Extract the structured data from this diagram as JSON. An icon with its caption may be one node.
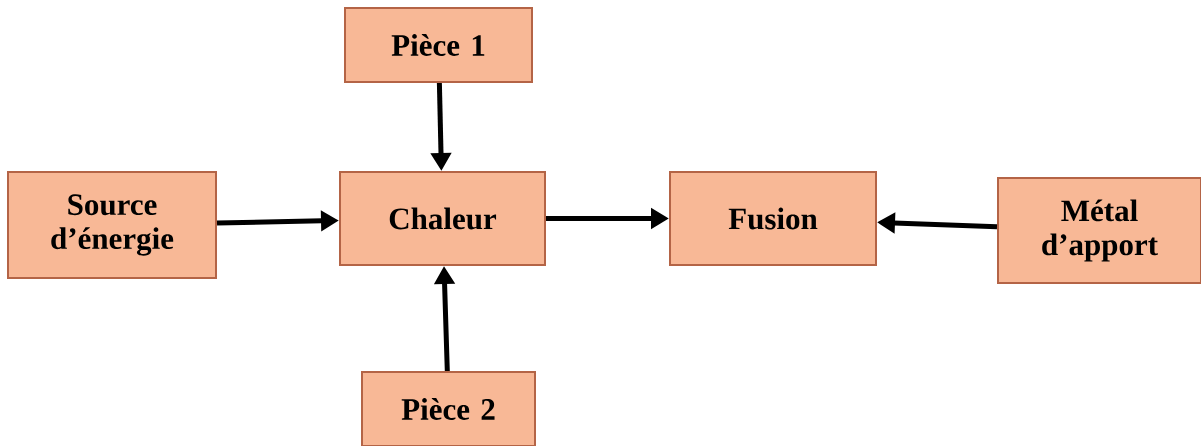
{
  "diagram": {
    "nodes": [
      {
        "text": [
          "Pièce 1"
        ]
      },
      {
        "text": [
          "Source d’énergie"
        ]
      },
      {
        "text": [
          "Chaleur"
        ]
      },
      {
        "text": [
          "Fusion"
        ]
      },
      {
        "text": [
          "Métal d’apport"
        ]
      },
      {
        "text": [
          "Pièce 2"
        ]
      }
    ],
    "edges": [
      {
        "from": 0,
        "to": 2,
        "arrow": "to"
      },
      {
        "from": 1,
        "to": 2,
        "arrow": "to"
      },
      {
        "from": 2,
        "to": 3,
        "arrow": "to"
      },
      {
        "from": 4,
        "to": 3,
        "arrow": "to"
      },
      {
        "from": 5,
        "to": 2,
        "arrow": "to"
      }
    ]
  }
}
